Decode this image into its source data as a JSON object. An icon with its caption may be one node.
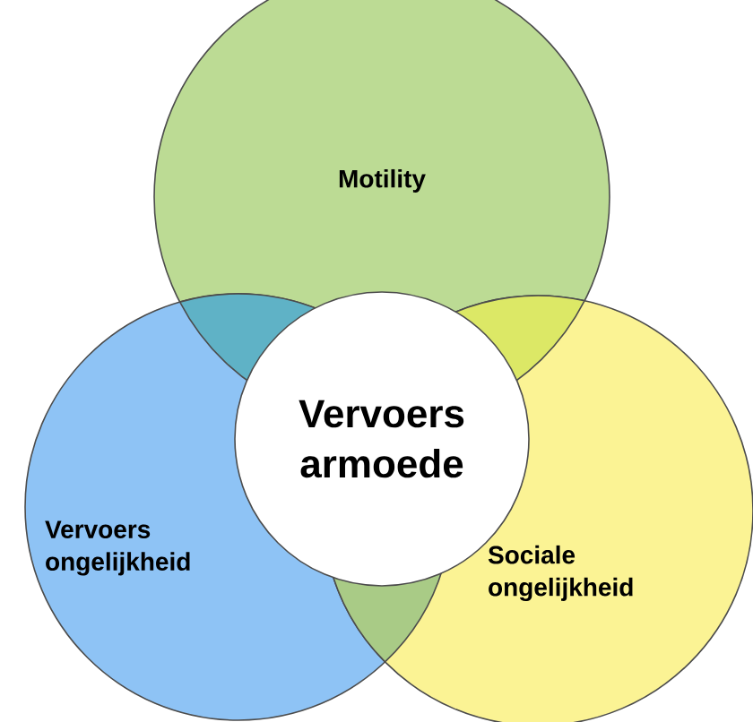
{
  "diagram": {
    "nodes": [
      {
        "text": [
          "Motility"
        ]
      },
      {
        "text": [
          "Vervoers ongelijkheid"
        ]
      },
      {
        "text": [
          "Sociale ongelijkheid"
        ]
      },
      {
        "text": [
          "Vervoers armoede"
        ]
      }
    ]
  }
}
